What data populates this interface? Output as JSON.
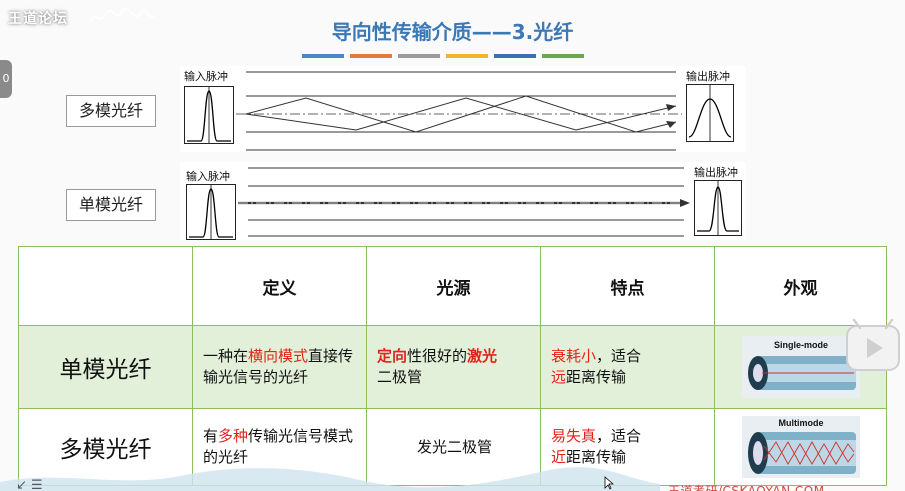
{
  "logo": {
    "text": "王道论坛"
  },
  "left_tab": {
    "text": "0"
  },
  "title": "导向性传输介质——3.光纤",
  "title_bar_colors": [
    "#4a86c5",
    "#e07b39",
    "#9b9b9b",
    "#f1b52a",
    "#3a6fb0",
    "#6aa84f"
  ],
  "diagrams": {
    "multimode": {
      "label": "多模光纤",
      "input_label": "输入脉冲",
      "output_label": "输出脉冲"
    },
    "singlemode": {
      "label": "单模光纤",
      "input_label": "输入脉冲",
      "output_label": "输出脉冲"
    }
  },
  "table": {
    "headers": [
      "",
      "定义",
      "光源",
      "特点",
      "外观"
    ],
    "single": {
      "name": "单模光纤",
      "def_a": "一种在",
      "def_b": "横向模式",
      "def_c": "直接传输光信号的光纤",
      "src_a": "定向",
      "src_b": "性很好的",
      "src_c": "激光",
      "src_d": "二极管",
      "feat_a": "衰耗小",
      "feat_b": "，适合",
      "feat_c": "远",
      "feat_d": "距离传输",
      "image_label": "Single-mode"
    },
    "multi": {
      "name": "多模光纤",
      "def_a": "有",
      "def_b": "多种",
      "def_c": "传输光信号模式的光纤",
      "src": "发光二极管",
      "feat_a": "易失真",
      "feat_b": "，适合",
      "feat_c": "近",
      "feat_d": "距离传输",
      "image_label": "Multimode"
    }
  },
  "colors": {
    "title": "#3b78b6",
    "border": "#8bbf5e",
    "highlight": "#e2231a",
    "row_green": "#e2efd9"
  },
  "watermark": "王道考研/CSKAOYAN.COM"
}
